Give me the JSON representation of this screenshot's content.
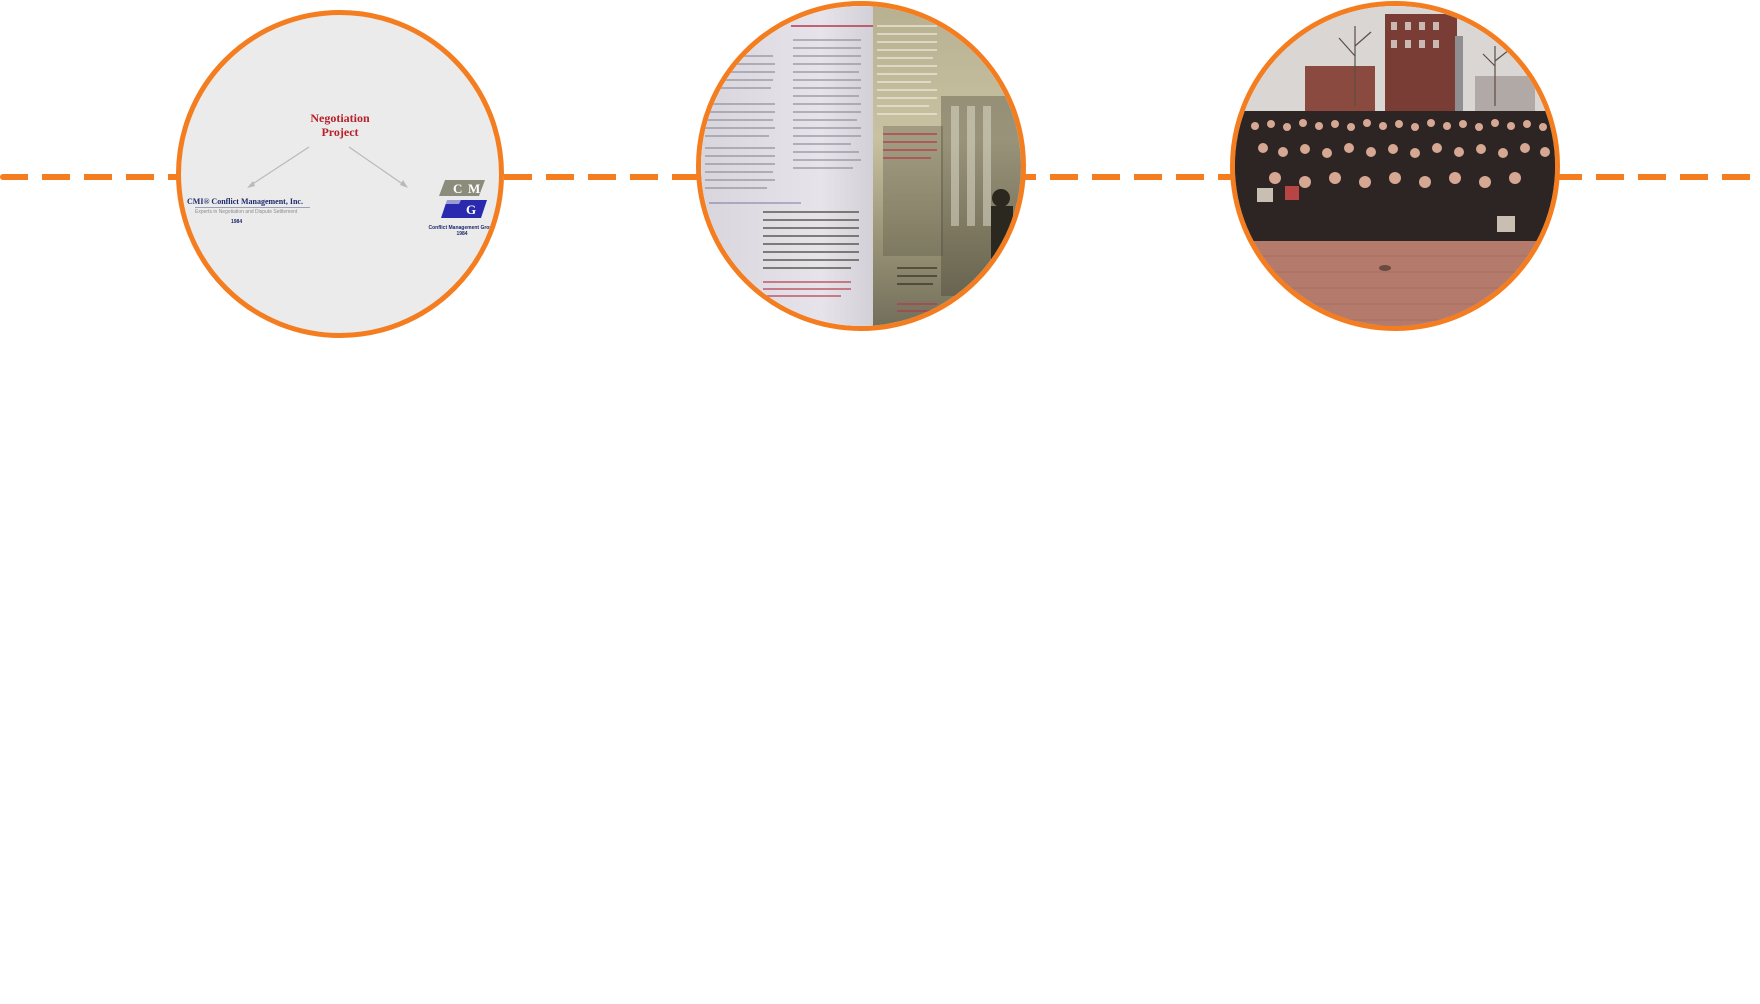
{
  "colors": {
    "accent": "#f47d20",
    "title_red": "#b8202a",
    "logo_navy": "#1c2a6b",
    "logo_gray": "#8c8c7c",
    "logo_blue": "#2a2ab0"
  },
  "nodes": [
    {
      "title_lines": [
        "Negotiation",
        "Project"
      ],
      "left_logo": {
        "name": "CMI® Conflict Management, Inc.",
        "subtitle": "Experts in Negotiation and Dispute Settlement",
        "year": "1984"
      },
      "right_logo": {
        "letters": [
          "C",
          "M",
          "G"
        ],
        "name": "Conflict Management Group",
        "year": "1984"
      }
    },
    {
      "icon": "brochure-photo"
    },
    {
      "icon": "group-photo"
    }
  ]
}
